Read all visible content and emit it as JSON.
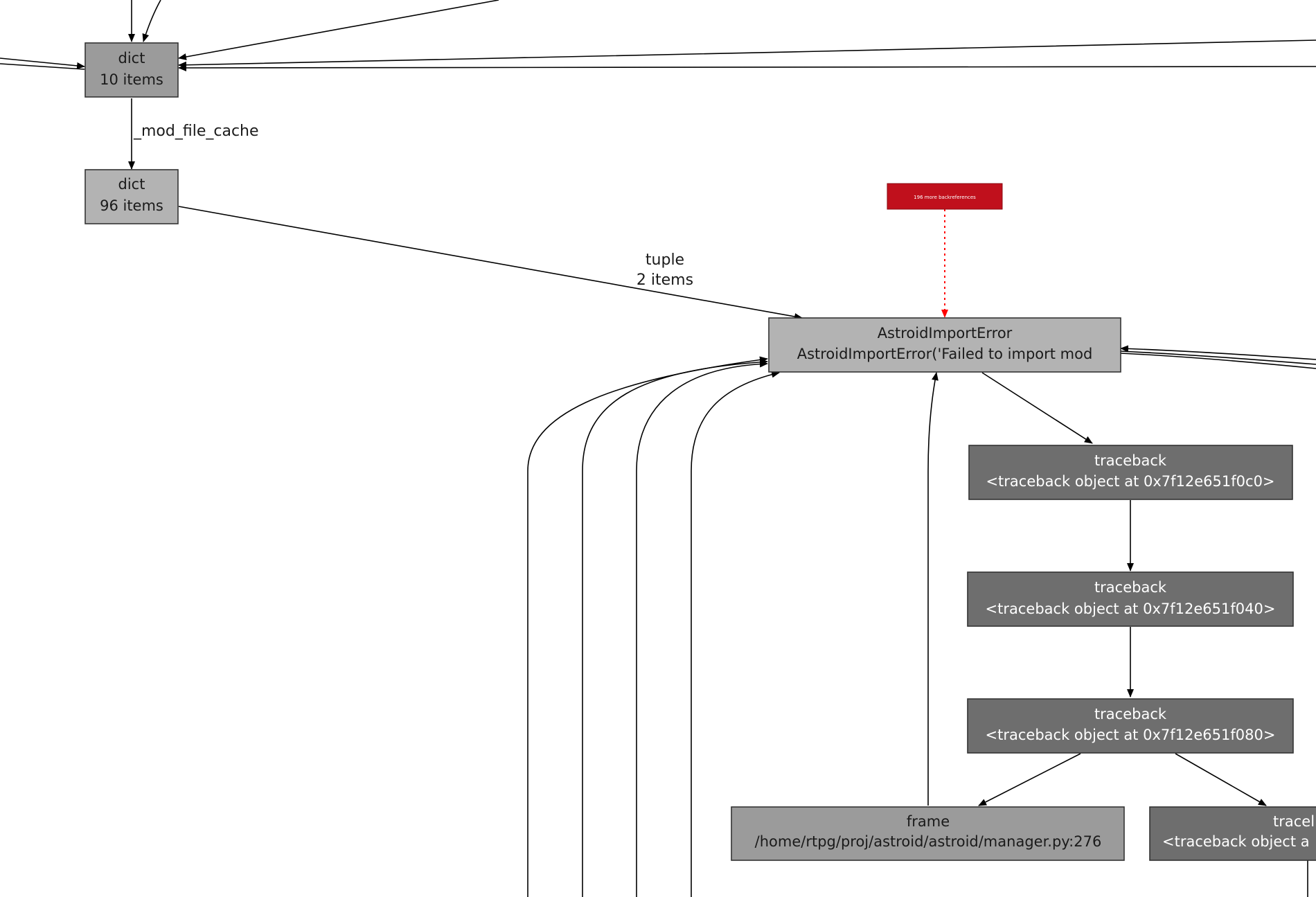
{
  "colors": {
    "node_mid": "#9b9b9b",
    "node_light": "#b3b3b3",
    "node_dark": "#6e6e6e",
    "edge": "#000000",
    "highlight_edge": "#ff0000",
    "badge": "#c0101c"
  },
  "nodes": {
    "dict_10": {
      "line1": "dict",
      "line2": "10 items"
    },
    "dict_96": {
      "line1": "dict",
      "line2": "96 items"
    },
    "badge": {
      "text": "196 more backreferences"
    },
    "astroid_error": {
      "line1": "AstroidImportError",
      "line2": "AstroidImportError('Failed to import mod"
    },
    "traceback_1": {
      "line1": "traceback",
      "line2": "<traceback object at 0x7f12e651f0c0>"
    },
    "traceback_2": {
      "line1": "traceback",
      "line2": "<traceback object at 0x7f12e651f040>"
    },
    "traceback_3": {
      "line1": "traceback",
      "line2": "<traceback object at 0x7f12e651f080>"
    },
    "frame_manager": {
      "line1": "frame",
      "line2": "/home/rtpg/proj/astroid/astroid/manager.py:276"
    },
    "traceback_4": {
      "line1": "tracel",
      "line2": "<traceback object a"
    }
  },
  "edges": {
    "mod_file_cache": "_mod_file_cache",
    "tuple_line1": "tuple",
    "tuple_line2": "2 items"
  }
}
